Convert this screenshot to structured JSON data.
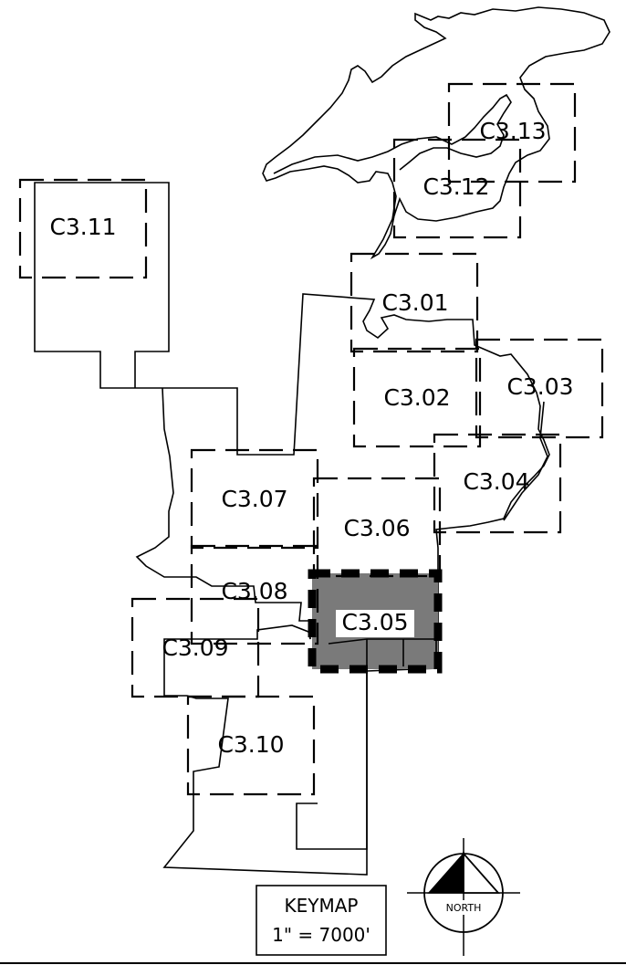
{
  "keymap": {
    "title": "KEYMAP",
    "scale": "1\" = 7000'",
    "north_label": "NORTH",
    "highlighted_sheet": "C3.05",
    "highlight_color": "#7a7a7a",
    "line_color": "#000000",
    "background": "#ffffff"
  },
  "sheets": [
    {
      "id": "C3.01",
      "label": "C3.01"
    },
    {
      "id": "C3.02",
      "label": "C3.02"
    },
    {
      "id": "C3.03",
      "label": "C3.03"
    },
    {
      "id": "C3.04",
      "label": "C3.04"
    },
    {
      "id": "C3.05",
      "label": "C3.05"
    },
    {
      "id": "C3.06",
      "label": "C3.06"
    },
    {
      "id": "C3.07",
      "label": "C3.07"
    },
    {
      "id": "C3.08",
      "label": "C3.08"
    },
    {
      "id": "C3.09",
      "label": "C3.09"
    },
    {
      "id": "C3.10",
      "label": "C3.10"
    },
    {
      "id": "C3.11",
      "label": "C3.11"
    },
    {
      "id": "C3.12",
      "label": "C3.12"
    },
    {
      "id": "C3.13",
      "label": "C3.13"
    }
  ]
}
